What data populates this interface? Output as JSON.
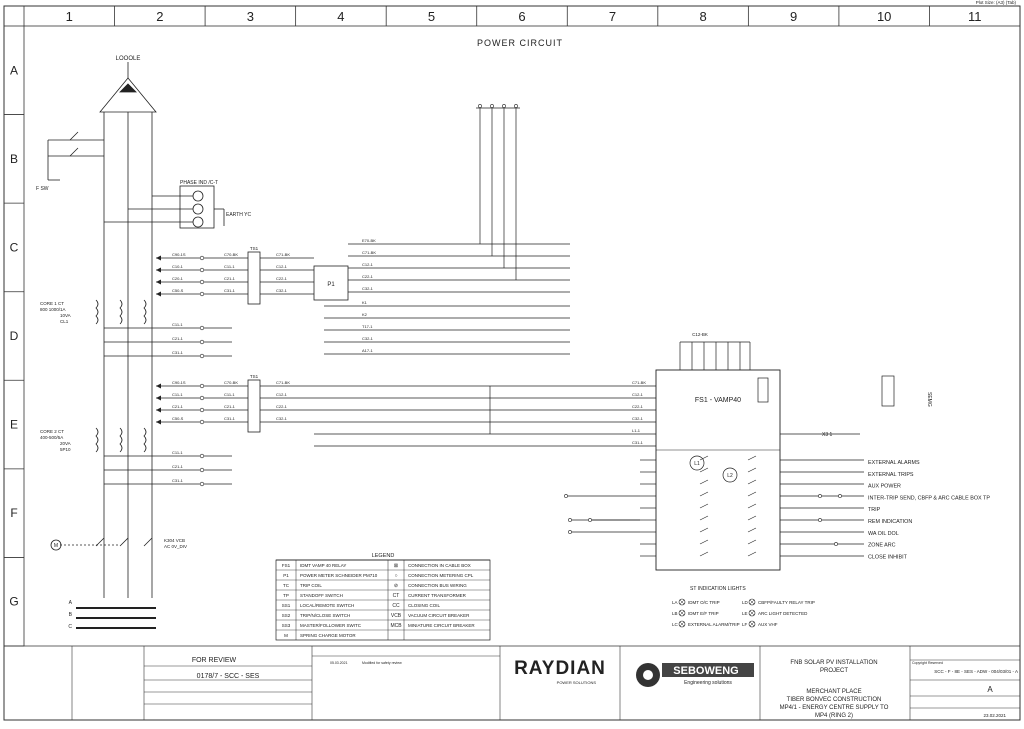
{
  "sheet": {
    "print_size": "Plot Size: (A3) (Tab)",
    "columns": [
      "1",
      "2",
      "3",
      "4",
      "5",
      "6",
      "7",
      "8",
      "9",
      "10",
      "11"
    ],
    "rows": [
      "A",
      "B",
      "C",
      "D",
      "E",
      "F",
      "G"
    ],
    "title": "POWER CIRCUIT"
  },
  "diagram": {
    "source_label": "LOOOLE",
    "switch_label": "F SW",
    "fuse_block_label": "PHASE IND /C-T",
    "earth_label": "EARTH YC",
    "ct1_label": [
      "CORE 1 CT",
      "800 1000/1A",
      "10VA",
      "CL1"
    ],
    "ct2_label": [
      "CORE 2 CT",
      "400-500/5A",
      "20VA",
      "5P10"
    ],
    "breaker_label": [
      "K304 VCB",
      "AC 0V_DIV"
    ],
    "relay_label": "FS1 - VAMP40",
    "p1_label": "P1",
    "term_1": "TS1",
    "term_2": "TS1",
    "ct_wires": {
      "upper": [
        "C90-1S",
        "C10-1",
        "C20-1",
        "C50-S",
        "C11-1",
        "C21-1",
        "C31-1"
      ],
      "upper_mid": [
        "C70-BK",
        "C11-1",
        "C21-1",
        "C31-1"
      ],
      "upper_right": [
        "C71-BK",
        "C12-1",
        "C22-1",
        "C32-1"
      ],
      "lower": [
        "C90-1S",
        "C11-1",
        "C21-1",
        "C50-S",
        "C11-1",
        "C21-1",
        "C31-1"
      ],
      "lower_mid": [
        "C70-BK",
        "C11-1",
        "C21-1",
        "C31-1"
      ],
      "lower_right": [
        "C71-BK",
        "C12-1",
        "C22-1",
        "C32-1"
      ],
      "p1_right": [
        "E70-BK",
        "C71-BK",
        "C12-1",
        "C22-1",
        "C32-1",
        "K1",
        "K2",
        "T17-1",
        "C32-1",
        "A17-1"
      ]
    },
    "relay_inputs": [
      "C71-BK",
      "C12-1",
      "C22-1",
      "C32-1",
      "L1-1",
      "C31-1"
    ],
    "relay_top_wire": "C12-BK",
    "lamp_labels": [
      "L1",
      "L2"
    ],
    "x_right": "X3 1",
    "output_labels": [
      "EXTERNAL ALARMS",
      "EXTERNAL TRIPS",
      "AUX POWER",
      "INTER-TRIP SEND, CBFP & ARC CABLE BOX TP",
      "TRIP",
      "REM INDICATION",
      "WA OIL DOL",
      "ZONE ARC",
      "CLOSE INHIBIT"
    ],
    "indicator_title": "ST INDICATION LIGHTS",
    "indicators": [
      {
        "k": "LA",
        "t": "IDMT O/C TRIP"
      },
      {
        "k": "LB",
        "t": "IDMT E/F TRIP"
      },
      {
        "k": "LC",
        "t": "EXTERNAL ALARM/TRIP"
      },
      {
        "k": "LD",
        "t": "CBFP/FAULTY RELAY TRIP"
      },
      {
        "k": "LE",
        "t": "ARC LIGHT DETECTED"
      },
      {
        "k": "LF",
        "t": "AUX VHF"
      }
    ],
    "bus_labels": [
      "A",
      "B",
      "C"
    ],
    "right_box_label": "SEMG"
  },
  "legend": {
    "title": "LEGEND",
    "rows": [
      {
        "c": "FS1",
        "d": "IDMT VAMP 40 RELAY",
        "s": "⊠",
        "t": "CONNECTION IN CABLE BOX"
      },
      {
        "c": "P1",
        "d": "POWER METER SCHNEIDER PM710",
        "s": "○",
        "t": "CONNECTION METERING CPL"
      },
      {
        "c": "TC",
        "d": "TRIP COIL",
        "s": "⊘",
        "t": "CONNECTION BUS WIRING"
      },
      {
        "c": "TP",
        "d": "STANDOFF SWITCH",
        "s": "CT",
        "t": "CURRENT TRANSFORMER"
      },
      {
        "c": "SS1",
        "d": "LOCAL/REMOTE SWITCH",
        "s": "CC",
        "t": "CLOSING COIL"
      },
      {
        "c": "SS2",
        "d": "TRIP/N/CLOSE SWITCH",
        "s": "VCB",
        "t": "VACUUM CIRCUIT BREAKER"
      },
      {
        "c": "SS3",
        "d": "MASTER/FOLLOWER SWITC",
        "s": "MCB",
        "t": "MINIATURE CIRCUIT BREAKER"
      },
      {
        "c": "M",
        "d": "SPRING CHARGE MOTOR",
        "s": "",
        "t": ""
      }
    ]
  },
  "title_block": {
    "status": "FOR REVIEW",
    "drawing_ref": "0178/7 - SCC - SES",
    "revision_date": "05.03.2021",
    "revision_note": "Modified for safety review",
    "company1": "RAYDIAN",
    "company1_sub": "POWER SOLUTIONS",
    "company2": "SEBOWENG",
    "company2_sub": "Engineering solutions",
    "project_label": "FNB SOLAR PV INSTALLATION",
    "project_label2": "PROJECT",
    "location": "MERCHANT PLACE",
    "location_sub": "TIBER BONVEC CONSTRUCTION",
    "drawing_title": "MP4/1 - ENERGY CENTRE SUPPLY TO",
    "drawing_title2": "MP4 (RING 2)",
    "drawing_no": "SCC - F - 8E - SES - ADW - 004/03/01 - A",
    "rev": "A",
    "date": "23.02.2021",
    "copyright": "Copyright Reserved"
  },
  "colors": {
    "line": "#222222",
    "grid": "#444444"
  }
}
